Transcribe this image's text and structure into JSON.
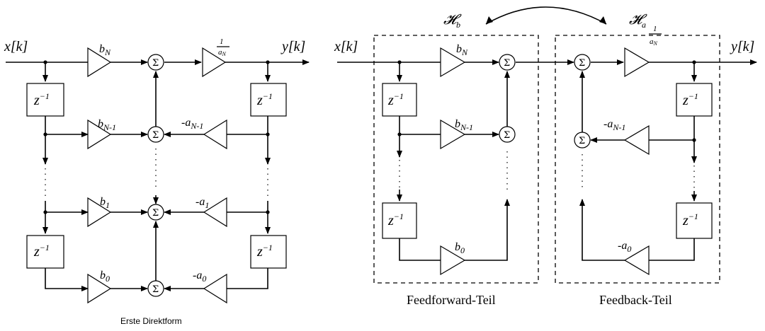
{
  "left": {
    "caption": "Erste Direktform",
    "input": "x[k]",
    "output": "y[k]",
    "delay": "z⁻¹",
    "sigma": "Σ",
    "ff_gains": [
      {
        "base": "b",
        "sub": "N"
      },
      {
        "base": "b",
        "sub": "N-1"
      },
      {
        "base": "b",
        "sub": "1"
      },
      {
        "base": "b",
        "sub": "0"
      }
    ],
    "fb_gains": [
      {
        "base": "-a",
        "sub": "N-1"
      },
      {
        "base": "-a",
        "sub": "1"
      },
      {
        "base": "-a",
        "sub": "0"
      }
    ],
    "out_gain": {
      "num": "1",
      "den": "a",
      "den_sub": "N"
    }
  },
  "right": {
    "input": "x[k]",
    "output": "y[k]",
    "delay": "z⁻¹",
    "sigma": "Σ",
    "hb": {
      "base": "𝓗",
      "sub": "b"
    },
    "ha": {
      "base": "𝓗",
      "sub": "a"
    },
    "feedforward_label": "Feedforward-Teil",
    "feedback_label": "Feedback-Teil",
    "ff_gains": [
      {
        "base": "b",
        "sub": "N"
      },
      {
        "base": "b",
        "sub": "N-1"
      },
      {
        "base": "b",
        "sub": "0"
      }
    ],
    "fb_gains": [
      {
        "base": "-a",
        "sub": "N-1"
      },
      {
        "base": "-a",
        "sub": "0"
      }
    ],
    "out_gain": {
      "num": "1",
      "den": "a",
      "den_sub": "N"
    }
  }
}
